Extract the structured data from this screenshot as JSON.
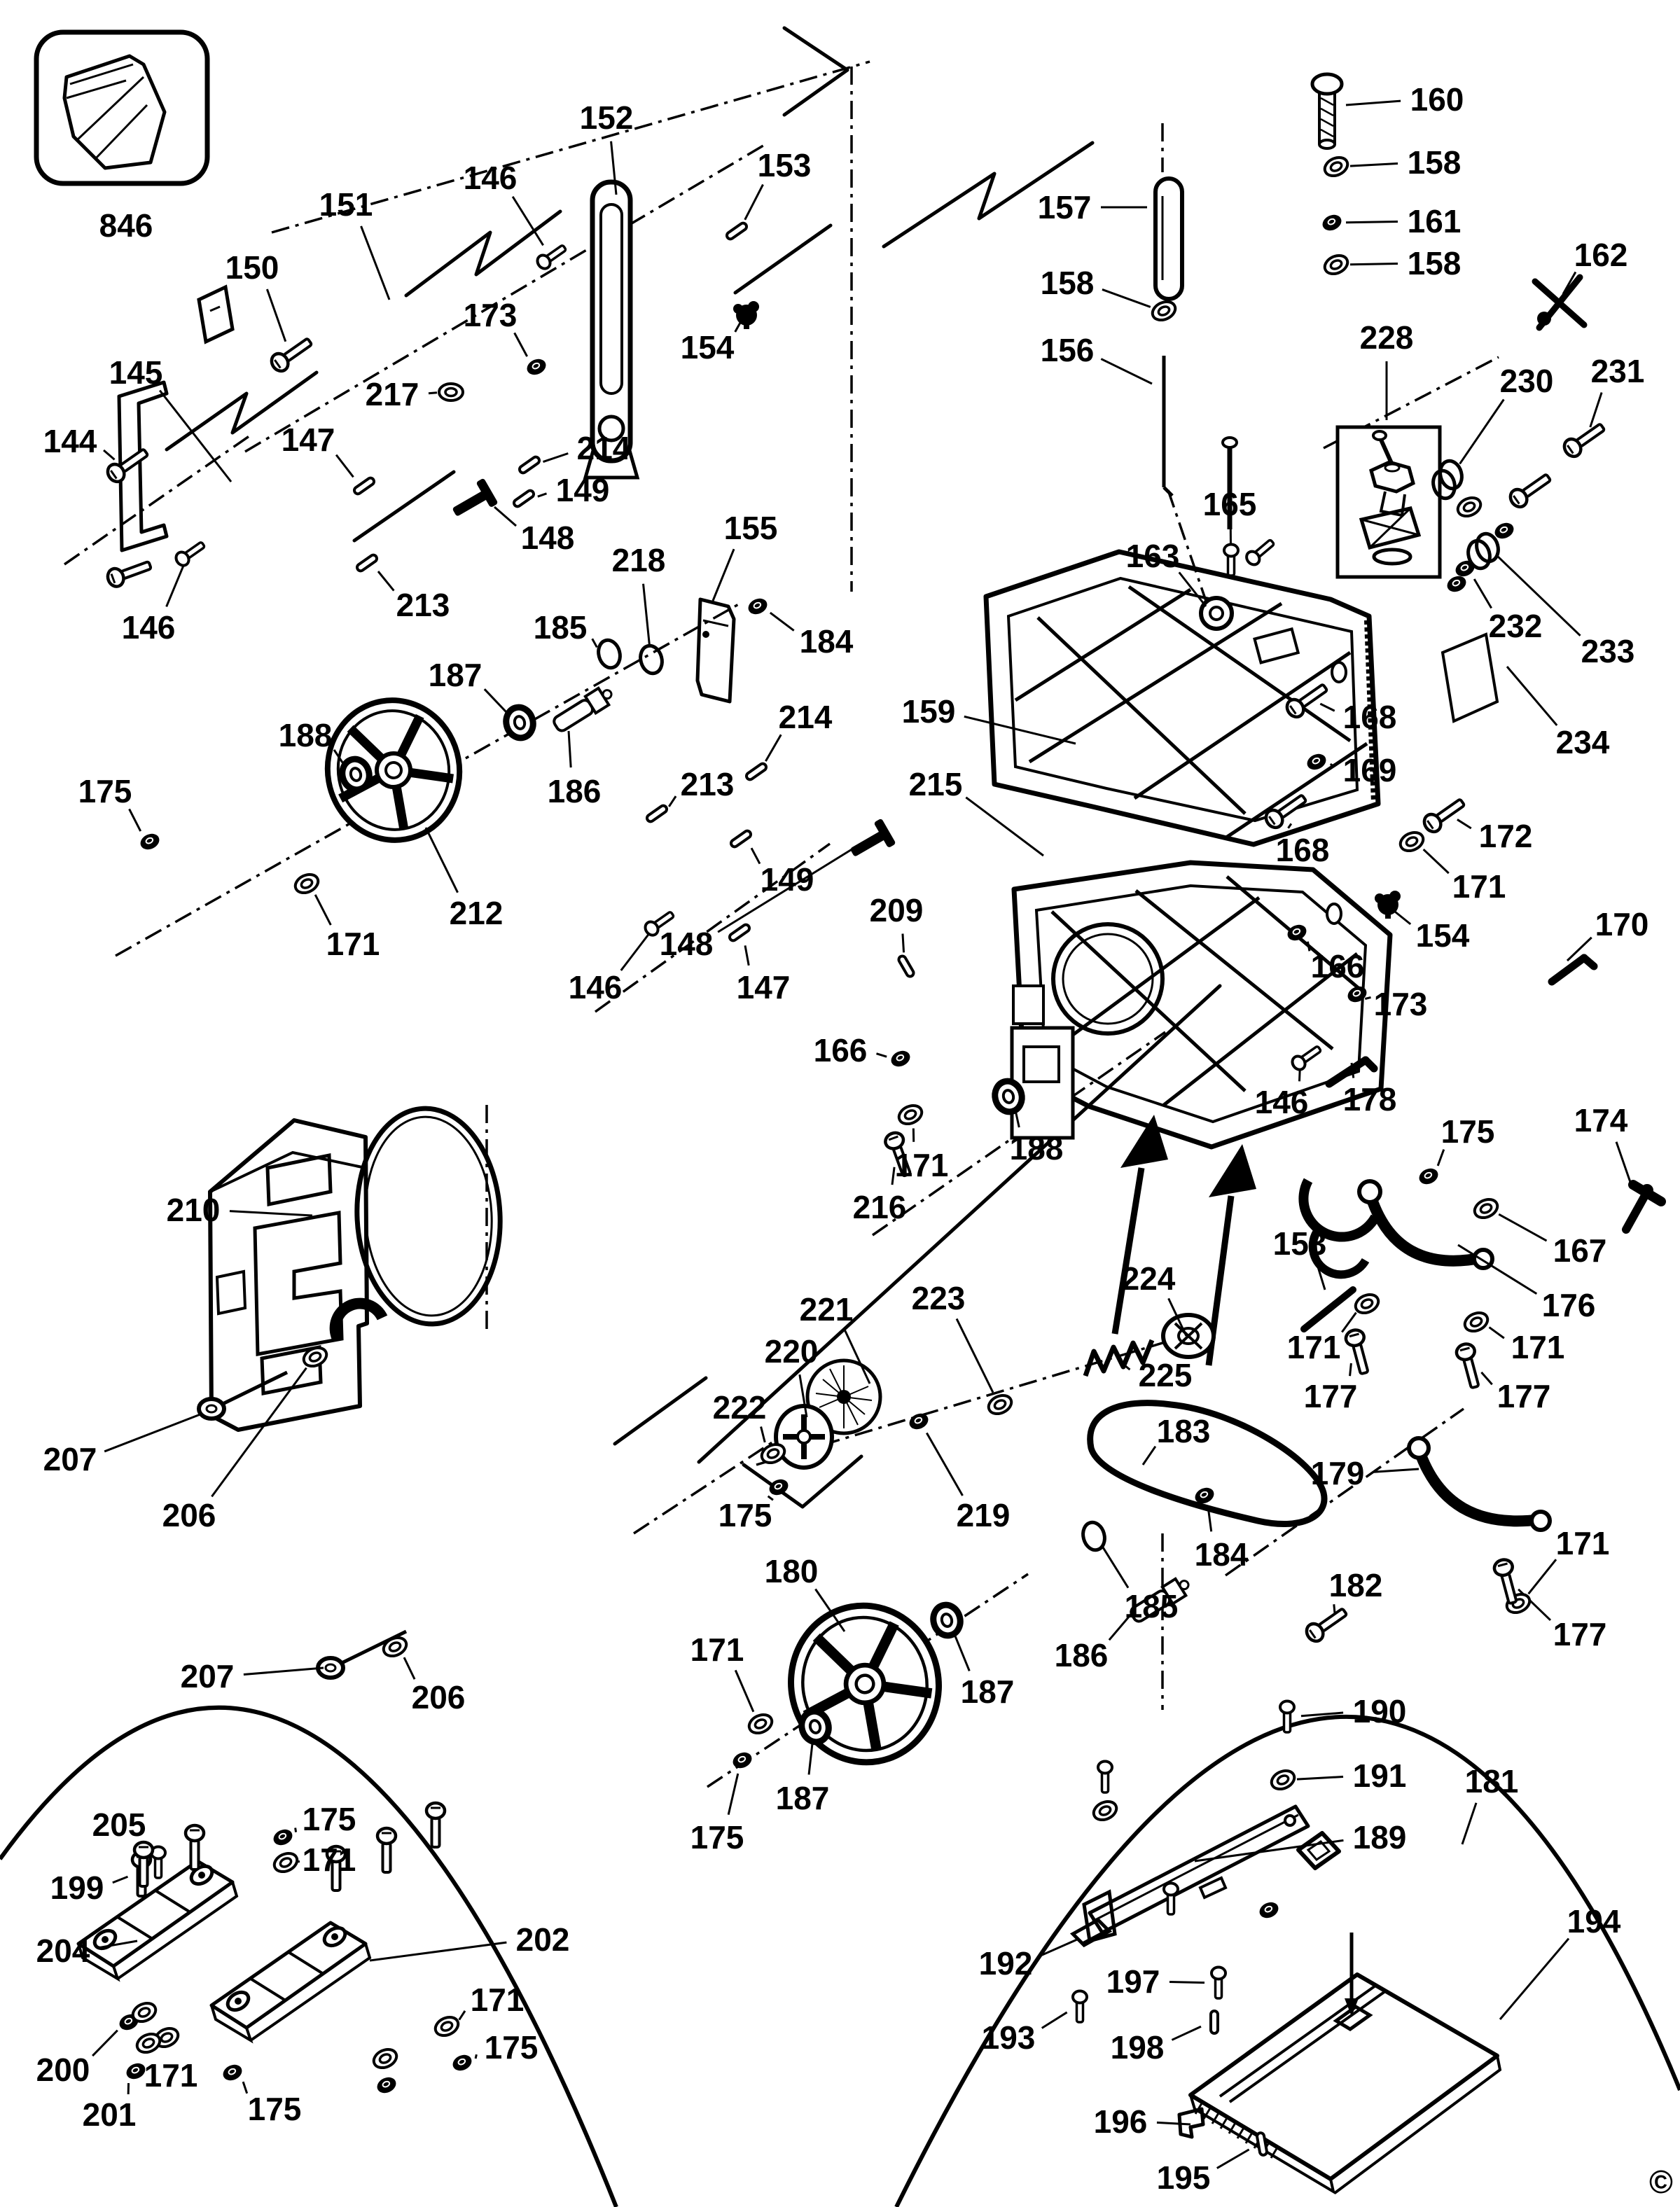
{
  "copyright": "©",
  "colors": {
    "ink": "#000000",
    "paper": "#ffffff"
  },
  "labels": [
    [
      "846",
      180,
      322,
      180,
      268,
      "none",
      null
    ],
    [
      "152",
      866,
      168,
      880,
      278,
      "none",
      null
    ],
    [
      "146",
      700,
      254,
      788,
      366,
      "screw",
      null
    ],
    [
      "153",
      1120,
      236,
      1052,
      330,
      "pin",
      null
    ],
    [
      "151",
      494,
      292,
      556,
      428,
      "none",
      null
    ],
    [
      "150",
      360,
      382,
      416,
      506,
      "bolt",
      null
    ],
    [
      "173",
      700,
      450,
      766,
      524,
      "nut",
      null
    ],
    [
      "154",
      1010,
      496,
      1062,
      452,
      "none",
      null
    ],
    [
      "217",
      560,
      563,
      644,
      560,
      "washer",
      0
    ],
    [
      "145",
      194,
      532,
      330,
      688,
      "none",
      null
    ],
    [
      "144",
      100,
      630,
      182,
      664,
      "bolt",
      null
    ],
    [
      "147",
      440,
      628,
      520,
      694,
      "pin",
      null
    ],
    [
      "214",
      862,
      640,
      756,
      664,
      "pin",
      null
    ],
    [
      "149",
      832,
      700,
      748,
      712,
      "pin",
      null
    ],
    [
      "148",
      782,
      768,
      706,
      724,
      "none",
      null
    ],
    [
      "218",
      912,
      800,
      930,
      942,
      "ring",
      null
    ],
    [
      "155",
      1072,
      754,
      1018,
      858,
      "none",
      null
    ],
    [
      "146",
      212,
      896,
      272,
      790,
      "screw",
      null
    ],
    [
      "213",
      604,
      864,
      524,
      804,
      "pin",
      null
    ],
    [
      "185",
      800,
      896,
      870,
      934,
      "ring",
      null
    ],
    [
      "184",
      1180,
      916,
      1082,
      866,
      "nut",
      null
    ],
    [
      "187",
      650,
      964,
      742,
      1032,
      "bearing",
      null
    ],
    [
      "188",
      436,
      1050,
      508,
      1106,
      "bearing",
      null
    ],
    [
      "186",
      820,
      1130,
      812,
      1044,
      "none",
      null
    ],
    [
      "175",
      150,
      1130,
      214,
      1202,
      "nut",
      null
    ],
    [
      "213",
      1010,
      1120,
      938,
      1162,
      "pin",
      null
    ],
    [
      "214",
      1150,
      1024,
      1080,
      1102,
      "pin",
      null
    ],
    [
      "149",
      1124,
      1256,
      1058,
      1198,
      "pin",
      null
    ],
    [
      "212",
      680,
      1304,
      608,
      1182,
      "none",
      null
    ],
    [
      "171",
      504,
      1348,
      438,
      1262,
      "washer",
      null
    ],
    [
      "148",
      980,
      1348,
      1218,
      1212,
      "none",
      null
    ],
    [
      "146",
      850,
      1410,
      942,
      1318,
      "screw",
      null
    ],
    [
      "147",
      1090,
      1410,
      1056,
      1332,
      "pin",
      null
    ],
    [
      "157",
      1520,
      296,
      1638,
      296,
      "none",
      null
    ],
    [
      "158",
      1524,
      404,
      1662,
      444,
      "washer",
      null
    ],
    [
      "156",
      1524,
      500,
      1645,
      548,
      "none",
      null
    ],
    [
      "160",
      2052,
      142,
      1922,
      150,
      "none",
      null
    ],
    [
      "158",
      2048,
      232,
      1908,
      238,
      "washer",
      null
    ],
    [
      "161",
      2048,
      316,
      1902,
      318,
      "nut",
      null
    ],
    [
      "158",
      2048,
      376,
      1908,
      378,
      "washer",
      null
    ],
    [
      "162",
      2286,
      364,
      2232,
      420,
      "none",
      null
    ],
    [
      "228",
      1980,
      482,
      1980,
      600,
      "none",
      null
    ],
    [
      "230",
      2180,
      544,
      2072,
      678,
      "ring",
      null
    ],
    [
      "231",
      2310,
      530,
      2262,
      628,
      "bolt",
      null
    ],
    [
      "232",
      2164,
      894,
      2092,
      812,
      "nut",
      null
    ],
    [
      "233",
      2296,
      930,
      2124,
      782,
      "ring",
      null
    ],
    [
      "234",
      2260,
      1060,
      2152,
      952,
      "none",
      null
    ],
    [
      "163",
      1646,
      794,
      1722,
      866,
      "none",
      null
    ],
    [
      "165",
      1756,
      720,
      1758,
      800,
      "screw",
      90
    ],
    [
      "159",
      1326,
      1016,
      1536,
      1062,
      "none",
      null
    ],
    [
      "215",
      1336,
      1120,
      1490,
      1222,
      "none",
      null
    ],
    [
      "168",
      1956,
      1024,
      1866,
      1000,
      "bolt",
      null
    ],
    [
      "169",
      1956,
      1100,
      1880,
      1088,
      "nut",
      null
    ],
    [
      "168",
      1860,
      1214,
      1836,
      1158,
      "bolt",
      null
    ],
    [
      "172",
      2150,
      1194,
      2062,
      1164,
      "bolt",
      null
    ],
    [
      "171",
      2112,
      1266,
      2016,
      1202,
      "washer",
      null
    ],
    [
      "209",
      1280,
      1300,
      1294,
      1380,
      "pin",
      60
    ],
    [
      "154",
      2060,
      1336,
      1982,
      1294,
      "none",
      null
    ],
    [
      "166",
      1910,
      1380,
      1852,
      1332,
      "nut",
      null
    ],
    [
      "170",
      2316,
      1320,
      2238,
      1372,
      "none",
      null
    ],
    [
      "173",
      2000,
      1434,
      1938,
      1420,
      "nut",
      null
    ],
    [
      "146",
      1830,
      1574,
      1866,
      1510,
      "screw",
      null
    ],
    [
      "178",
      1956,
      1570,
      1930,
      1518,
      "none",
      null
    ],
    [
      "166",
      1200,
      1500,
      1286,
      1512,
      "nut",
      null
    ],
    [
      "171",
      1316,
      1664,
      1300,
      1592,
      "washer",
      null
    ],
    [
      "188",
      1480,
      1640,
      1440,
      1566,
      "bearing",
      null
    ],
    [
      "216",
      1256,
      1724,
      1284,
      1648,
      "bolt",
      70
    ],
    [
      "210",
      276,
      1728,
      446,
      1736,
      "none",
      null
    ],
    [
      "175",
      2096,
      1616,
      2040,
      1680,
      "nut",
      null
    ],
    [
      "174",
      2286,
      1600,
      2330,
      1694,
      "none",
      null
    ],
    [
      "167",
      2256,
      1786,
      2122,
      1726,
      "washer",
      null
    ],
    [
      "153",
      1856,
      1776,
      1892,
      1842,
      "none",
      null
    ],
    [
      "176",
      2240,
      1864,
      2082,
      1778,
      "none",
      null
    ],
    [
      "171",
      1876,
      1924,
      1952,
      1862,
      "washer",
      null
    ],
    [
      "171",
      2196,
      1924,
      2108,
      1888,
      "washer",
      null
    ],
    [
      "177",
      1900,
      1994,
      1940,
      1930,
      "bolt",
      75
    ],
    [
      "177",
      2176,
      1994,
      2098,
      1950,
      "bolt",
      75
    ],
    [
      "221",
      1180,
      1870,
      1242,
      1976,
      "none",
      null
    ],
    [
      "223",
      1340,
      1854,
      1428,
      2006,
      "washer",
      null
    ],
    [
      "224",
      1640,
      1826,
      1694,
      1908,
      "none",
      null
    ],
    [
      "220",
      1130,
      1930,
      1152,
      2024,
      "none",
      null
    ],
    [
      "225",
      1664,
      1964,
      1606,
      1950,
      "none",
      null
    ],
    [
      "222",
      1056,
      2010,
      1104,
      2076,
      "washer",
      null
    ],
    [
      "183",
      1690,
      2044,
      1632,
      2092,
      "none",
      null
    ],
    [
      "179",
      1910,
      2104,
      2026,
      2098,
      "none",
      null
    ],
    [
      "175",
      1064,
      2164,
      1112,
      2124,
      "nut",
      null
    ],
    [
      "219",
      1404,
      2164,
      1312,
      2030,
      "nut",
      null
    ],
    [
      "184",
      1744,
      2220,
      1720,
      2136,
      "nut",
      null
    ],
    [
      "180",
      1130,
      2244,
      1206,
      2330,
      "none",
      null
    ],
    [
      "185",
      1644,
      2294,
      1562,
      2194,
      "ring",
      null
    ],
    [
      "182",
      1936,
      2264,
      1894,
      2320,
      "bolt",
      null
    ],
    [
      "171",
      2260,
      2204,
      2168,
      2290,
      "washer",
      null
    ],
    [
      "186",
      1544,
      2364,
      1618,
      2302,
      "none",
      null
    ],
    [
      "171",
      1024,
      2356,
      1086,
      2462,
      "washer",
      null
    ],
    [
      "177",
      2256,
      2334,
      2152,
      2258,
      "bolt",
      75
    ],
    [
      "207",
      100,
      2084,
      286,
      2020,
      "none",
      null
    ],
    [
      "206",
      270,
      2164,
      450,
      1938,
      "washer",
      null
    ],
    [
      "187",
      1410,
      2416,
      1352,
      2314,
      "bearing",
      null
    ],
    [
      "190",
      1970,
      2444,
      1838,
      2452,
      "screw",
      90
    ],
    [
      "191",
      1970,
      2536,
      1832,
      2542,
      "washer",
      null
    ],
    [
      "181",
      2130,
      2544,
      2088,
      2634,
      "none",
      null
    ],
    [
      "189",
      1970,
      2624,
      1706,
      2658,
      "none",
      null
    ],
    [
      "207",
      296,
      2394,
      462,
      2382,
      "none",
      null
    ],
    [
      "206",
      626,
      2424,
      564,
      2352,
      "washer",
      null
    ],
    [
      "187",
      1146,
      2568,
      1164,
      2466,
      "bearing",
      null
    ],
    [
      "175",
      1024,
      2624,
      1060,
      2514,
      "nut",
      null
    ],
    [
      "205",
      170,
      2606,
      226,
      2660,
      "screw",
      90
    ],
    [
      "175",
      470,
      2598,
      404,
      2624,
      "nut",
      null
    ],
    [
      "171",
      470,
      2656,
      408,
      2660,
      "washer",
      null
    ],
    [
      "199",
      110,
      2696,
      202,
      2676,
      "bolt",
      90
    ],
    [
      "204",
      90,
      2786,
      196,
      2772,
      "none",
      null
    ],
    [
      "202",
      775,
      2770,
      528,
      2800,
      "none",
      null
    ],
    [
      "171",
      710,
      2856,
      638,
      2894,
      "washer",
      null
    ],
    [
      "175",
      730,
      2924,
      660,
      2946,
      "nut",
      null
    ],
    [
      "200",
      90,
      2956,
      184,
      2888,
      "nut",
      null
    ],
    [
      "201",
      156,
      3020,
      194,
      2958,
      "nut",
      null
    ],
    [
      "171",
      244,
      2964,
      238,
      2910,
      "washer",
      null
    ],
    [
      "175",
      392,
      3012,
      332,
      2960,
      "nut",
      null
    ],
    [
      "192",
      1436,
      2804,
      1538,
      2770,
      "none",
      null
    ],
    [
      "197",
      1618,
      2830,
      1740,
      2832,
      "screw",
      90
    ],
    [
      "193",
      1440,
      2910,
      1542,
      2866,
      "screw",
      90
    ],
    [
      "198",
      1624,
      2924,
      1734,
      2888,
      "pin",
      90
    ],
    [
      "194",
      2276,
      2744,
      2142,
      2884,
      "none",
      null
    ],
    [
      "196",
      1600,
      3030,
      1700,
      3034,
      "none",
      null
    ],
    [
      "195",
      1690,
      3110,
      1802,
      3062,
      "pin",
      80
    ]
  ],
  "extra_parts": [
    [
      "bolt",
      184,
      818,
      -20
    ],
    [
      "screw",
      1800,
      788,
      -40
    ],
    [
      "ring",
      2062,
      692,
      null
    ],
    [
      "washer",
      2098,
      724,
      null
    ],
    [
      "bolt",
      2185,
      700,
      -35
    ],
    [
      "nut",
      2148,
      758,
      null
    ],
    [
      "ring",
      2112,
      792,
      null
    ],
    [
      "nut",
      2080,
      834,
      null
    ],
    [
      "bolt",
      205,
      2662,
      90
    ],
    [
      "bolt",
      278,
      2638,
      90
    ],
    [
      "bolt",
      480,
      2668,
      90
    ],
    [
      "bolt",
      552,
      2642,
      90
    ],
    [
      "bolt",
      622,
      2606,
      90
    ],
    [
      "washer",
      206,
      2874,
      null
    ],
    [
      "washer",
      212,
      2918,
      null
    ],
    [
      "washer",
      550,
      2940,
      null
    ],
    [
      "nut",
      552,
      2978,
      null
    ],
    [
      "screw",
      1578,
      2538,
      90
    ],
    [
      "washer",
      1578,
      2586,
      null
    ],
    [
      "screw",
      1672,
      2712,
      90
    ],
    [
      "nut",
      1812,
      2728,
      null
    ]
  ]
}
